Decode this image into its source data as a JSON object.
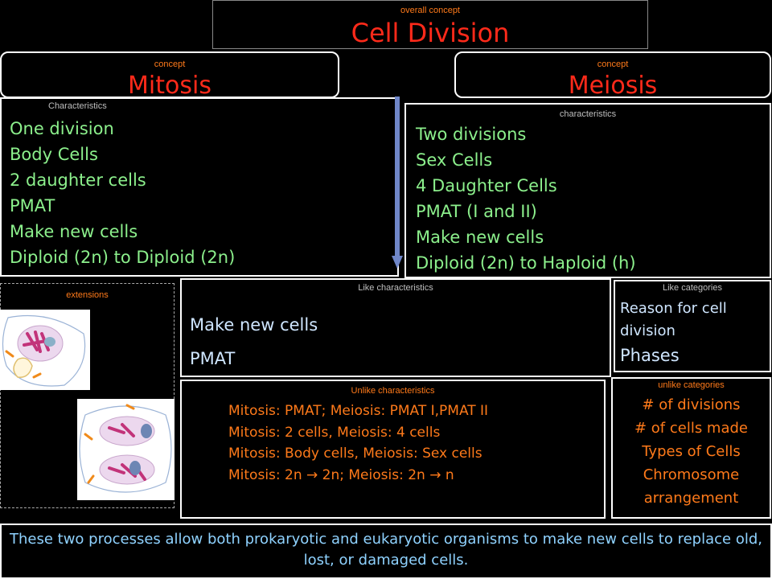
{
  "overall": {
    "label": "overall concept",
    "title": "Cell Division"
  },
  "concepts": [
    {
      "label": "concept",
      "title": "Mitosis"
    },
    {
      "label": "concept",
      "title": "Meiosis"
    }
  ],
  "mitosis_characteristics": {
    "label": "Characteristics",
    "items": [
      "One division",
      "Body Cells",
      "2 daughter cells",
      "PMAT",
      "Make new cells",
      "Diploid (2n) to Diploid   (2n)"
    ]
  },
  "meiosis_characteristics": {
    "label": "characteristics",
    "items": [
      "Two divisions",
      "Sex Cells",
      "4 Daughter Cells",
      "PMAT (I and II)",
      "Make new cells",
      "Diploid (2n) to Haploid (h)"
    ]
  },
  "extensions": {
    "label": "extensions"
  },
  "like_characteristics": {
    "label": "Like characteristics",
    "items": [
      "Make new cells",
      "PMAT"
    ]
  },
  "like_categories": {
    "label": "Like categories",
    "items": [
      "Reason for cell division",
      "Phases"
    ]
  },
  "unlike_characteristics": {
    "label": "Unlike characteristics",
    "items": [
      "Mitosis: PMAT; Meiosis: PMAT I,PMAT II",
      "Mitosis:  2 cells, Meiosis: 4 cells",
      "Mitosis:  Body cells, Meiosis:  Sex cells",
      "Mitosis:  2n → 2n; Meiosis:  2n → n"
    ]
  },
  "unlike_categories": {
    "label": "unlike categories",
    "items": [
      "# of divisions",
      "# of cells made",
      "Types of Cells",
      "Chromosome arrangement"
    ]
  },
  "summary": "These two processes allow both prokaryotic and eukaryotic organisms to make new cells to replace old, lost, or damaged cells.",
  "colors": {
    "title": "#ff2a1a",
    "green": "#8cf08c",
    "orange": "#ff7a1a",
    "light_blue": "#cfe6ff",
    "summary": "#8fd2ff"
  }
}
